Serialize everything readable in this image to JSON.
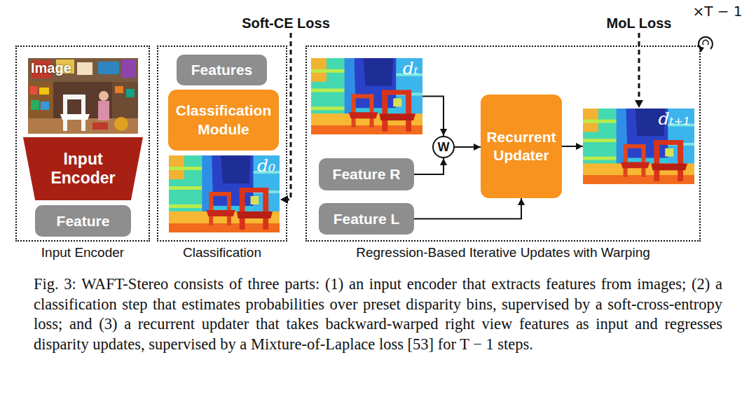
{
  "diagram": {
    "caption": "Fig. 3: WAFT-Stereo consists of three parts: (1) an input encoder that extracts features from images; (2) a classification step that estimates probabilities over preset disparity bins, supervised by a soft-cross-entropy loss; and (3) a recurrent updater that takes backward-warped right view features as input and regresses disparity updates, supervised by a Mixture-of-Laplace loss [53] for T − 1 steps.",
    "nodes": [
      {
        "text": [
          "Input Encoder"
        ]
      },
      {
        "text": [
          "Image"
        ],
        "in": 0
      },
      {
        "text": [
          "Input Encoder"
        ],
        "in": 0
      },
      {
        "text": [
          "Feature"
        ],
        "in": 0
      },
      {
        "text": [
          "Classification"
        ]
      },
      {
        "text": [
          "Features"
        ],
        "in": 4
      },
      {
        "text": [
          "Classification Module"
        ],
        "in": 4
      },
      {
        "text": [
          "d₀"
        ],
        "in": 4
      },
      {
        "text": [
          "Regression-Based Iterative Updates with Warping"
        ]
      },
      {
        "text": [
          "dₜ"
        ],
        "in": 8
      },
      {
        "text": [
          "W"
        ],
        "in": 8
      },
      {
        "text": [
          "Feature R"
        ],
        "in": 8
      },
      {
        "text": [
          "Recurrent Updater"
        ],
        "in": 8
      },
      {
        "text": [
          "dₜ₊₁"
        ],
        "in": 8
      },
      {
        "text": [
          "Feature L"
        ],
        "in": 8
      }
    ],
    "edges": [
      {
        "from": 9,
        "to": 10,
        "arrow": "to"
      },
      {
        "from": 11,
        "to": 10,
        "arrow": "to"
      },
      {
        "from": 10,
        "to": 12,
        "arrow": "to"
      },
      {
        "from": 14,
        "to": 12,
        "arrow": "to"
      },
      {
        "from": 12,
        "to": 13,
        "arrow": "to"
      }
    ],
    "labels": [
      "Soft-CE Loss",
      "MoL Loss",
      "×T − 1"
    ]
  }
}
